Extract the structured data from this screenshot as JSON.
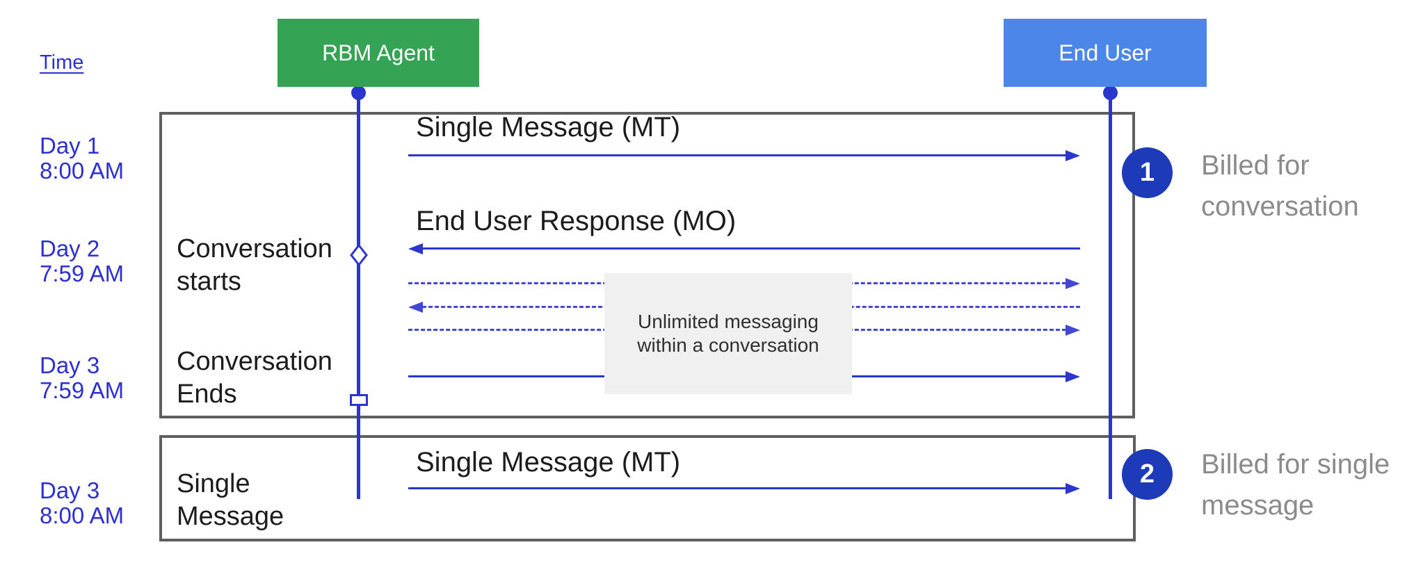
{
  "header": {
    "time_label": "Time"
  },
  "actors": {
    "rbm_agent": {
      "label": "RBM Agent",
      "color": "#34a353"
    },
    "end_user": {
      "label": "End User",
      "color": "#4c86e8"
    }
  },
  "timeline": {
    "entry1": {
      "day": "Day 1",
      "time": "8:00 AM"
    },
    "entry2": {
      "day": "Day 2",
      "time": "7:59 AM"
    },
    "entry3": {
      "day": "Day 3",
      "time": "7:59 AM"
    },
    "entry4": {
      "day": "Day 3",
      "time": "8:00 AM"
    }
  },
  "conversation": {
    "message_mt_label": "Single Message (MT)",
    "message_mo_label": "End User Response (MO)",
    "note_line1": "Unlimited messaging",
    "note_line2": "within a conversation",
    "starts_label_line1": "Conversation",
    "starts_label_line2": "starts",
    "ends_label_line1": "Conversation",
    "ends_label_line2": "Ends"
  },
  "single_message": {
    "label_line1": "Single",
    "label_line2": "Message",
    "message_mt_label": "Single Message (MT)"
  },
  "annotations": {
    "first": {
      "badge": "1",
      "line1": "Billed for",
      "line2": "conversation"
    },
    "second": {
      "badge": "2",
      "line1": "Billed for single",
      "line2": "message"
    }
  },
  "colors": {
    "agent_green": "#34a353",
    "end_user_blue": "#4c86e8",
    "line_blue": "#2b36cd",
    "dashed_blue": "#4348d4",
    "timeline_blue": "#2d2fd2",
    "badge_blue": "#1d3ab8",
    "frame_gray": "#5f5f5f",
    "billed_text_gray": "#8b8b8b",
    "note_background": "#f0f0f0"
  }
}
